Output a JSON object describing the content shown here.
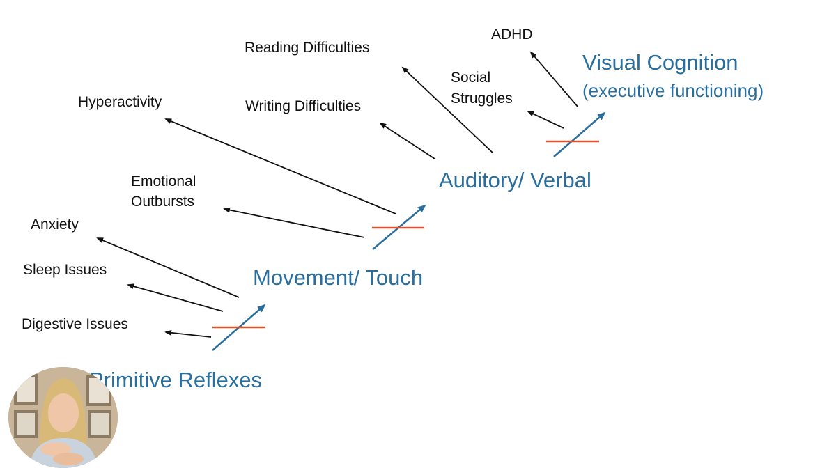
{
  "stages": [
    {
      "id": "primitive",
      "label": "Primitive Reflexes"
    },
    {
      "id": "movement",
      "label": "Movement/ Touch"
    },
    {
      "id": "auditory",
      "label": "Auditory/ Verbal"
    },
    {
      "id": "visual",
      "label": "Visual Cognition",
      "sublabel": "(executive functioning)"
    }
  ],
  "outcomes": {
    "primitive": [
      "Digestive Issues",
      "Sleep Issues",
      "Anxiety"
    ],
    "movement": {
      "emotional": [
        "Emotional",
        "Outbursts"
      ],
      "hyperactivity": "Hyperactivity"
    },
    "auditory": {
      "writing": "Writing Difficulties",
      "reading": "Reading Difficulties"
    },
    "visual": {
      "social": [
        "Social",
        "Struggles"
      ],
      "adhd": "ADHD"
    }
  },
  "colors": {
    "stage_blue": "#2a6e9e",
    "barrier_red": "#d9532b",
    "arrow_black": "#111111",
    "background": "#ffffff"
  },
  "webcam": {
    "icon": "presenter-webcam-icon"
  }
}
